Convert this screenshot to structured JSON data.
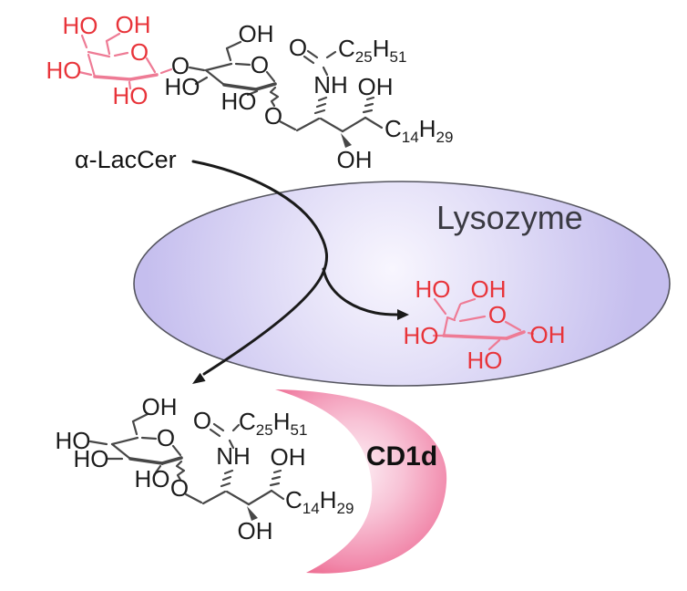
{
  "labels": {
    "substrate": "α-LacCer",
    "enzyme": "Lysozyme",
    "receptor": "CD1d"
  },
  "g": {
    "ho": "HO",
    "oh": "OH",
    "o": "O",
    "nh": "NH"
  },
  "f": {
    "acyl": {
      "a": "C",
      "as": "25",
      "b": "H",
      "bs": "51"
    },
    "sph": {
      "a": "C",
      "as": "14",
      "b": "H",
      "bs": "29"
    }
  },
  "colors": {
    "red_sugar_text": "#e8343a",
    "pink_sugar_bond": "#ee7b95",
    "black_bond": "#474747",
    "enzyme_ellipse_fill": "#c5beee",
    "enzyme_ellipse_center": "#f8f6fe",
    "cd1d_crescent": "#e9486f",
    "arrow": "#1a1a1a",
    "background": "#ffffff"
  }
}
